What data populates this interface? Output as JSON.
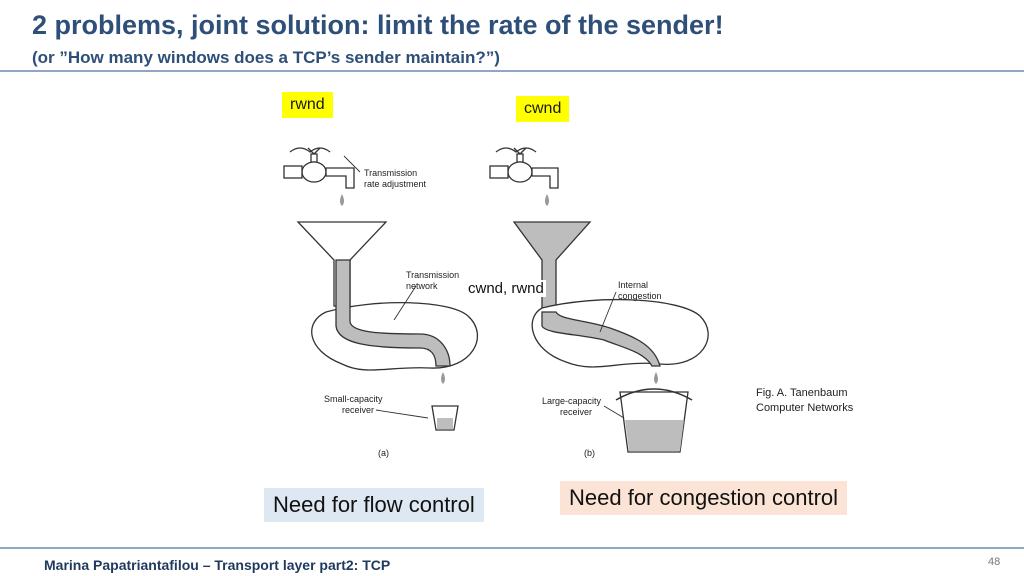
{
  "slide": {
    "title": "2 problems, joint solution: limit the rate of the sender!",
    "subtitle": "(or ”How many windows  does a TCP’s sender maintain?”)",
    "rwnd_tag": "rwnd",
    "cwnd_tag": "cwnd",
    "overlay_label": "cwnd, rwnd",
    "credit_line1": "Fig. A. Tanenbaum",
    "credit_line2": "Computer Networks",
    "flow_box": "Need for flow control",
    "congestion_box": "Need for congestion control",
    "footer": "Marina Papatriantafilou –  Transport layer part2: TCP",
    "page_number": "48"
  },
  "figure": {
    "a_tap_label1": "Transmission",
    "a_tap_label2": "rate adjustment",
    "a_net_label1": "Transmission",
    "a_net_label2": "network",
    "a_recv_label1": "Small-capacity",
    "a_recv_label2": "receiver",
    "a_caption": "(a)",
    "b_net_label1": "Internal",
    "b_net_label2": "congestion",
    "b_recv_label1": "Large-capacity",
    "b_recv_label2": "receiver",
    "b_caption": "(b)"
  },
  "colors": {
    "title": "#2e4f78",
    "highlight": "#ffff00",
    "flow_box_bg": "#dde8f3",
    "congestion_box_bg": "#fbe4d5",
    "water": "#bdbdbd"
  }
}
